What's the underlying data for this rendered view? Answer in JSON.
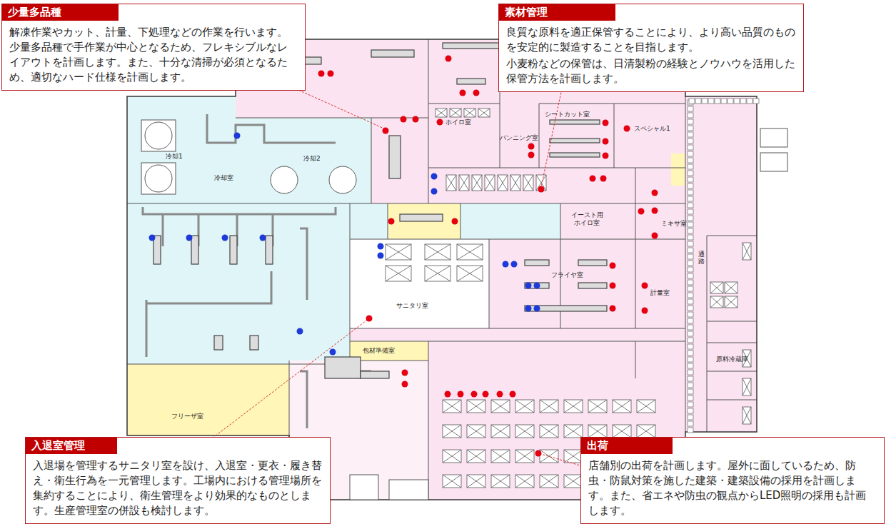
{
  "diagram": {
    "nodes": [
      {
        "text": [
          "少量多品種",
          "解凍作業やカット、計量、下処理などの作業を行います。少量多品種で手作業が中心となるため、フレキシブルなレイアウトを計画します。また、十分な清掃が必須となるため、適切なハード仕様を計画します。"
        ]
      },
      {
        "text": [
          "素材管理",
          "良質な原料を適正保管することにより、より高い品質のものを安定的に製造することを目指します。",
          "小麦粉などの保管は、日清製粉の経験とノウハウを活用した保管方法を計画します。"
        ]
      },
      {
        "text": [
          "入退室管理",
          "入退場を管理するサニタリ室を設け、入退室・更衣・履き替え・衛生行為を一元管理します。工場内における管理場所を集約することにより、衛生管理をより効果的なものとします。生産管理室の併設も検討します。"
        ]
      },
      {
        "text": [
          "出荷",
          "店舗別の出荷を計画します。屋外に面しているため、防虫・防鼠対策を施した建築・建築設備の採用を計画します。また、省エネや防虫の観点からLED照明の採用も計画します。"
        ]
      }
    ],
    "labels": [
      "冷却1",
      "冷却2",
      "冷却室",
      "サニタリ室",
      "フライヤ室",
      "計量室",
      "シートカット室",
      "パンニング室",
      "ホイロ室",
      "スペシャル1",
      "ミキサ室",
      "イースト用 ホイロ室",
      "包材準備室",
      "フリーザ室",
      "原料冷蔵庫",
      "通路"
    ]
  }
}
